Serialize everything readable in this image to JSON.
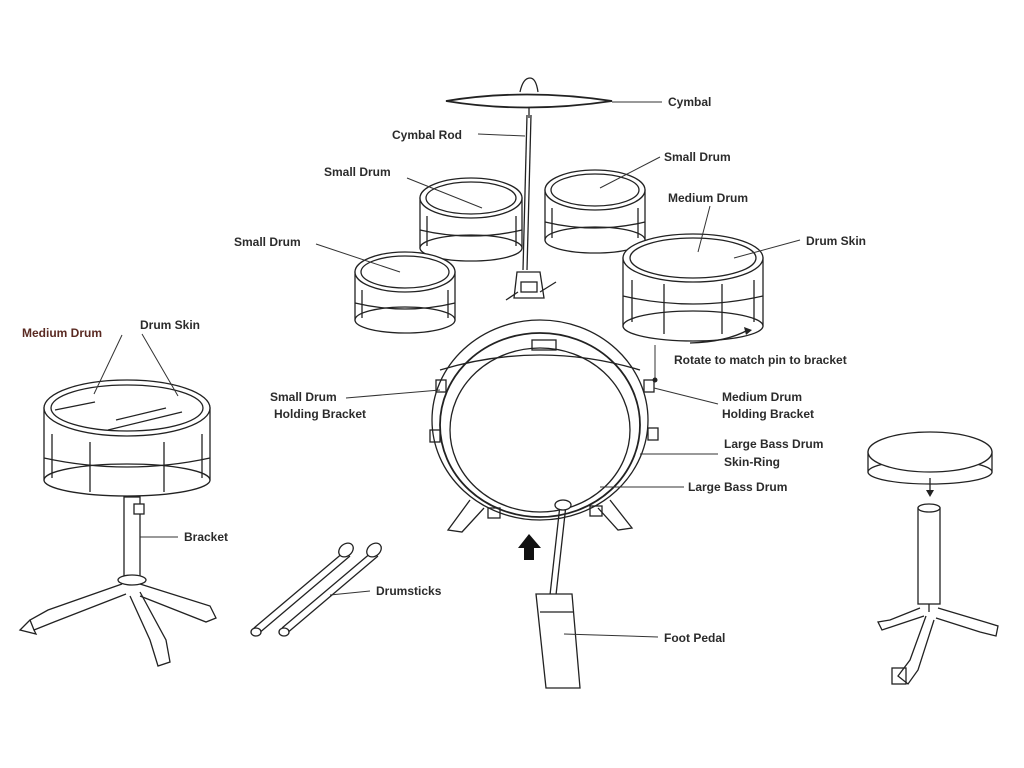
{
  "labels": {
    "cymbal": "Cymbal",
    "cymbal_rod": "Cymbal Rod",
    "small_drum_top_left": "Small Drum",
    "small_drum_top_right": "Small Drum",
    "small_drum_left": "Small Drum",
    "medium_drum_right": "Medium Drum",
    "drum_skin_right": "Drum Skin",
    "rotate_note": "Rotate to match pin to bracket",
    "medium_drum_holding_bracket_1": "Medium Drum",
    "medium_drum_holding_bracket_2": "Holding Bracket",
    "small_drum_holding_bracket_1": "Small Drum",
    "small_drum_holding_bracket_2": "Holding Bracket",
    "large_bass_skin_ring_1": "Large Bass Drum",
    "large_bass_skin_ring_2": "Skin-Ring",
    "large_bass_drum": "Large Bass Drum",
    "medium_drum_left": "Medium Drum",
    "drum_skin_left": "Drum Skin",
    "bracket": "Bracket",
    "drumsticks": "Drumsticks",
    "foot_pedal": "Foot Pedal"
  },
  "colors": {
    "background": "#ffffff",
    "line": "#222222",
    "text": "#2b2b2b",
    "accent_text": "#5a2a22"
  }
}
